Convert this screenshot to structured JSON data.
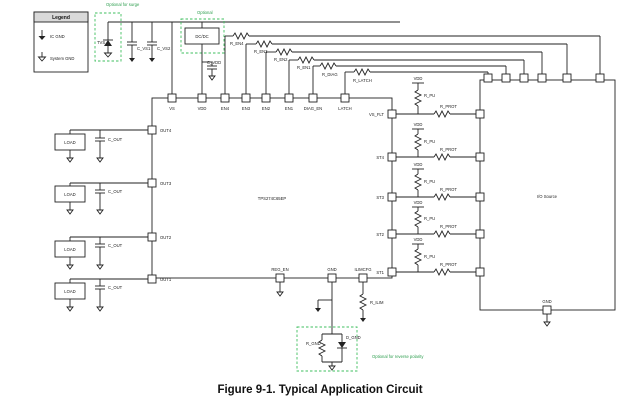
{
  "legend": {
    "title": "Legend",
    "ic_gnd": "IC GND",
    "system_gnd": "System GND"
  },
  "notes": {
    "surge": "Optional for surge",
    "optional": "Optional",
    "reverse_polarity": "Optional for reverse polarity"
  },
  "ic": {
    "name": "TPS274C65EP",
    "pins_top": [
      "VS",
      "VDD",
      "EN4",
      "EN3",
      "EN2",
      "EN1",
      "DIAG_EN",
      "LATCH"
    ],
    "pins_right": [
      "VS_FLT",
      "ST4",
      "ST3",
      "ST2",
      "ST1"
    ],
    "pins_left": [
      "OUT4",
      "OUT3",
      "OUT2",
      "OUT1"
    ],
    "pins_bottom": [
      "REG_EN",
      "GND",
      "ILIMCFG"
    ]
  },
  "io_source": {
    "name": "I/O Source",
    "gnd": "GND"
  },
  "components": {
    "tvs": "TVS",
    "dcdc": "DC/DC",
    "cvs1": "C_VS1",
    "cvs2": "C_VS2",
    "cvdd": "C_VDD",
    "r_en": [
      "R_EN4",
      "R_EN3",
      "R_EN2",
      "R_EN1"
    ],
    "r_diag": "R_DIAG",
    "r_latch": "R_LATCH",
    "r_pu": "R_PU",
    "r_prot": "R_PROT",
    "vdd": "VDD",
    "load": "LOAD",
    "cout": [
      "C_OUT",
      "C_OUT",
      "C_OUT",
      "C_OUT"
    ],
    "rilim": "R_ILIM",
    "rgnd": "R_GND",
    "dgnd": "D_GND"
  },
  "caption": "Figure 9-1. Typical Application Circuit"
}
